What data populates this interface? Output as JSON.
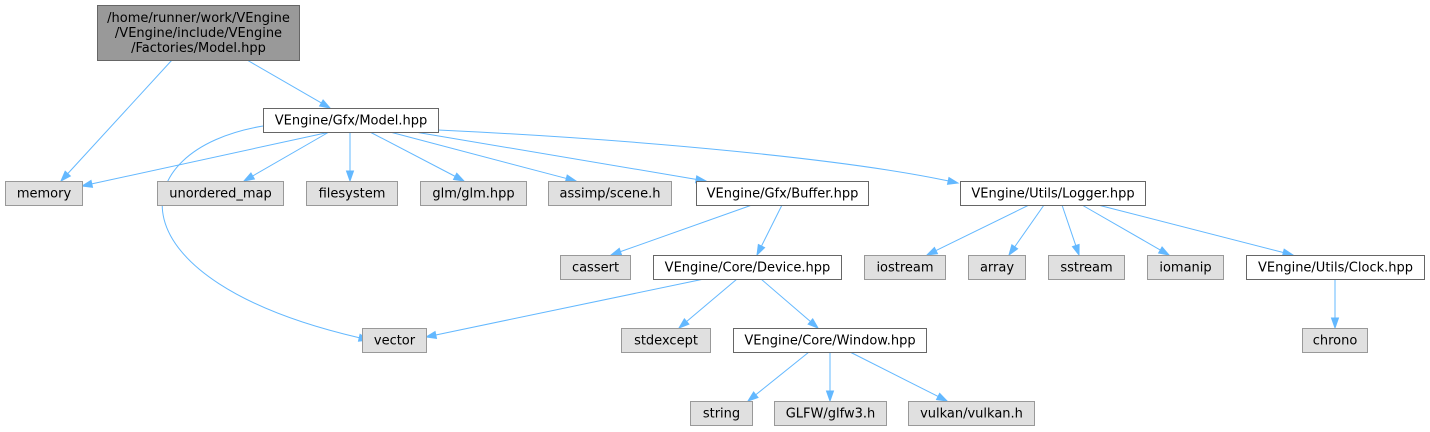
{
  "graph": {
    "title_lines": [
      "/home/runner/work/VEngine",
      "/VEngine/include/VEngine",
      "/Factories/Model.hpp"
    ],
    "colors": {
      "edge": "#63b8ff",
      "root_fill": "#999999",
      "doc_fill": "#ffffff",
      "sys_fill": "#e0e0e0",
      "border": "#666666"
    },
    "nodes": [
      {
        "id": "root",
        "kind": "root",
        "lines": [
          "/home/runner/work/VEngine",
          "/VEngine/include/VEngine",
          "/Factories/Model.hpp"
        ]
      },
      {
        "id": "gfx-model",
        "kind": "doc",
        "lines": [
          "VEngine/Gfx/Model.hpp"
        ]
      },
      {
        "id": "memory",
        "kind": "sys",
        "lines": [
          "memory"
        ]
      },
      {
        "id": "unordered-map",
        "kind": "sys",
        "lines": [
          "unordered_map"
        ]
      },
      {
        "id": "filesystem",
        "kind": "sys",
        "lines": [
          "filesystem"
        ]
      },
      {
        "id": "glm",
        "kind": "sys",
        "lines": [
          "glm/glm.hpp"
        ]
      },
      {
        "id": "assimp",
        "kind": "sys",
        "lines": [
          "assimp/scene.h"
        ]
      },
      {
        "id": "gfx-buffer",
        "kind": "doc",
        "lines": [
          "VEngine/Gfx/Buffer.hpp"
        ]
      },
      {
        "id": "utils-logger",
        "kind": "doc",
        "lines": [
          "VEngine/Utils/Logger.hpp"
        ]
      },
      {
        "id": "cassert",
        "kind": "sys",
        "lines": [
          "cassert"
        ]
      },
      {
        "id": "core-device",
        "kind": "doc",
        "lines": [
          "VEngine/Core/Device.hpp"
        ]
      },
      {
        "id": "iostream",
        "kind": "sys",
        "lines": [
          "iostream"
        ]
      },
      {
        "id": "array",
        "kind": "sys",
        "lines": [
          "array"
        ]
      },
      {
        "id": "sstream",
        "kind": "sys",
        "lines": [
          "sstream"
        ]
      },
      {
        "id": "iomanip",
        "kind": "sys",
        "lines": [
          "iomanip"
        ]
      },
      {
        "id": "utils-clock",
        "kind": "doc",
        "lines": [
          "VEngine/Utils/Clock.hpp"
        ]
      },
      {
        "id": "vector",
        "kind": "sys",
        "lines": [
          "vector"
        ]
      },
      {
        "id": "stdexcept",
        "kind": "sys",
        "lines": [
          "stdexcept"
        ]
      },
      {
        "id": "core-window",
        "kind": "doc",
        "lines": [
          "VEngine/Core/Window.hpp"
        ]
      },
      {
        "id": "chrono",
        "kind": "sys",
        "lines": [
          "chrono"
        ]
      },
      {
        "id": "string",
        "kind": "sys",
        "lines": [
          "string"
        ]
      },
      {
        "id": "glfw",
        "kind": "sys",
        "lines": [
          "GLFW/glfw3.h"
        ]
      },
      {
        "id": "vulkan",
        "kind": "sys",
        "lines": [
          "vulkan/vulkan.h"
        ]
      }
    ],
    "edges": [
      {
        "from": "root",
        "to": "memory"
      },
      {
        "from": "root",
        "to": "gfx-model"
      },
      {
        "from": "gfx-model",
        "to": "memory"
      },
      {
        "from": "gfx-model",
        "to": "vector"
      },
      {
        "from": "gfx-model",
        "to": "unordered-map"
      },
      {
        "from": "gfx-model",
        "to": "filesystem"
      },
      {
        "from": "gfx-model",
        "to": "glm"
      },
      {
        "from": "gfx-model",
        "to": "assimp"
      },
      {
        "from": "gfx-model",
        "to": "gfx-buffer"
      },
      {
        "from": "gfx-model",
        "to": "utils-logger"
      },
      {
        "from": "gfx-buffer",
        "to": "cassert"
      },
      {
        "from": "gfx-buffer",
        "to": "core-device"
      },
      {
        "from": "core-device",
        "to": "vector"
      },
      {
        "from": "core-device",
        "to": "stdexcept"
      },
      {
        "from": "core-device",
        "to": "core-window"
      },
      {
        "from": "core-window",
        "to": "string"
      },
      {
        "from": "core-window",
        "to": "glfw"
      },
      {
        "from": "core-window",
        "to": "vulkan"
      },
      {
        "from": "utils-logger",
        "to": "iostream"
      },
      {
        "from": "utils-logger",
        "to": "array"
      },
      {
        "from": "utils-logger",
        "to": "sstream"
      },
      {
        "from": "utils-logger",
        "to": "iomanip"
      },
      {
        "from": "utils-logger",
        "to": "utils-clock"
      },
      {
        "from": "utils-clock",
        "to": "chrono"
      }
    ]
  }
}
